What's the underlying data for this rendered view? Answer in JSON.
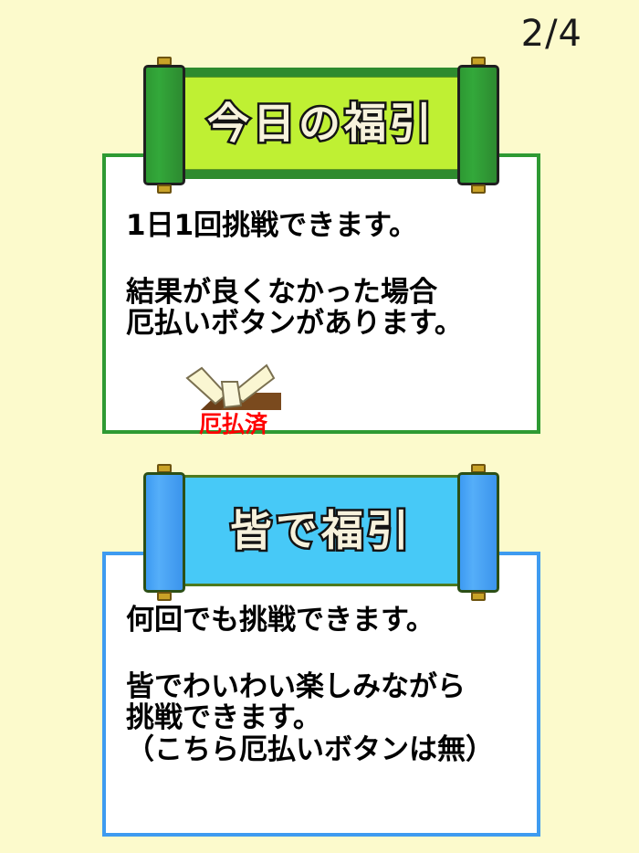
{
  "page": {
    "counter": "2/4",
    "background_color": "#FCFACC"
  },
  "sections": [
    {
      "id": "today",
      "banner": {
        "title": "今日の福引",
        "paper_color": "#BFF033",
        "rod_color": "#2E9933",
        "frame_color": "#2E8B2E",
        "title_fill": "#F7F2DC",
        "title_outline": "#141414"
      },
      "card": {
        "border_color": "#2E9A33",
        "background": "#FFFFFF"
      },
      "paragraphs": [
        [
          "1日1回挑戦できます。"
        ],
        [
          "結果が良くなかった場合",
          "厄払いボタンがあります。"
        ]
      ],
      "charm": {
        "icon_name": "broken-charm-icon",
        "label": "厄払済",
        "label_color": "#FF0000",
        "paper_color": "#FAF5CE",
        "base_color": "#7A4A1E"
      }
    },
    {
      "id": "everyone",
      "banner": {
        "title": "皆で福引",
        "paper_color": "#47C9F7",
        "rod_color": "#3D9BF2",
        "frame_color": "#4E7A1E",
        "title_fill": "#F7F2DC",
        "title_outline": "#141414"
      },
      "card": {
        "border_color": "#3E9BF0",
        "background": "#FFFFFF"
      },
      "paragraphs": [
        [
          "何回でも挑戦できます。"
        ],
        [
          "皆でわいわい楽しみながら",
          "挑戦できます。",
          "（こちら厄払いボタンは無）"
        ]
      ]
    }
  ]
}
